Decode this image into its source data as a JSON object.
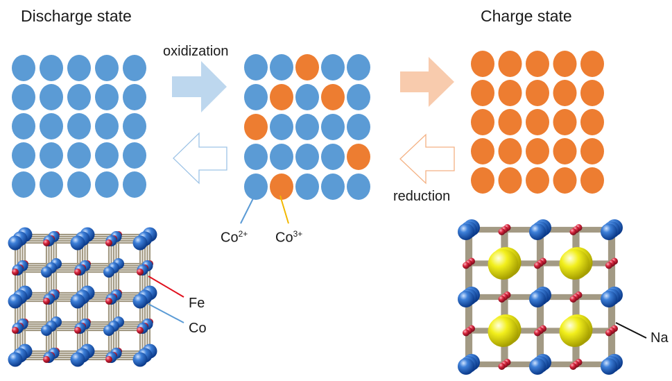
{
  "titles": {
    "discharge": "Discharge state",
    "charge": "Charge state"
  },
  "arrows": {
    "oxidization": "oxidization",
    "reduction": "reduction"
  },
  "ion_labels": {
    "co2_base": "Co",
    "co2_sup": "2+",
    "co3_base": "Co",
    "co3_sup": "3+"
  },
  "legend": {
    "fe": "Fe",
    "co": "Co",
    "na": "Na"
  },
  "colors": {
    "co2_blue": "#5b9bd5",
    "co3_orange": "#ed7d31",
    "fe_red": "#d7263d",
    "na_yellow": "#f2ef1c",
    "arrow_blue_fill": "#bdd7ee",
    "arrow_orange_fill": "#f8cbad",
    "arrow_blue_outline": "#9dc3e6",
    "arrow_orange_outline": "#f4b183"
  },
  "grids": {
    "discharge": [
      "BBBBB",
      "BBBBB",
      "BBBBB",
      "BBBBB",
      "BBBBB"
    ],
    "middle": [
      "BBOBB",
      "BOBOB",
      "OBBBB",
      "BBBBO",
      "BOBBB"
    ],
    "charge": [
      "OOOOO",
      "OOOOO",
      "OOOOO",
      "OOOOO",
      "OOOOO"
    ]
  }
}
